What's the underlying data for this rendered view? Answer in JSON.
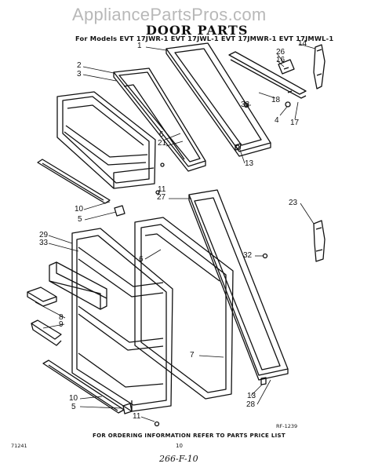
{
  "watermark": "AppliancePartsPros.com",
  "title": "DOOR PARTS",
  "models": "For Models EVT 17JWR-1   EVT 17JWL-1   EVT 17JMWR-1   EVT 17JMWL-1",
  "footer_note": "FOR ORDERING INFORMATION REFER TO PARTS PRICE LIST",
  "code_left": "71241",
  "code_right": "RF-1239",
  "page_number": "10",
  "handwritten": "266-F-10",
  "callouts": [
    "1",
    "2",
    "3",
    "26",
    "16",
    "14",
    "32",
    "18",
    "4",
    "17",
    "6",
    "21",
    "13",
    "11",
    "27",
    "10",
    "5",
    "23",
    "29",
    "33",
    "6",
    "32",
    "8",
    "9",
    "7",
    "10",
    "5",
    "11",
    "13",
    "28"
  ]
}
